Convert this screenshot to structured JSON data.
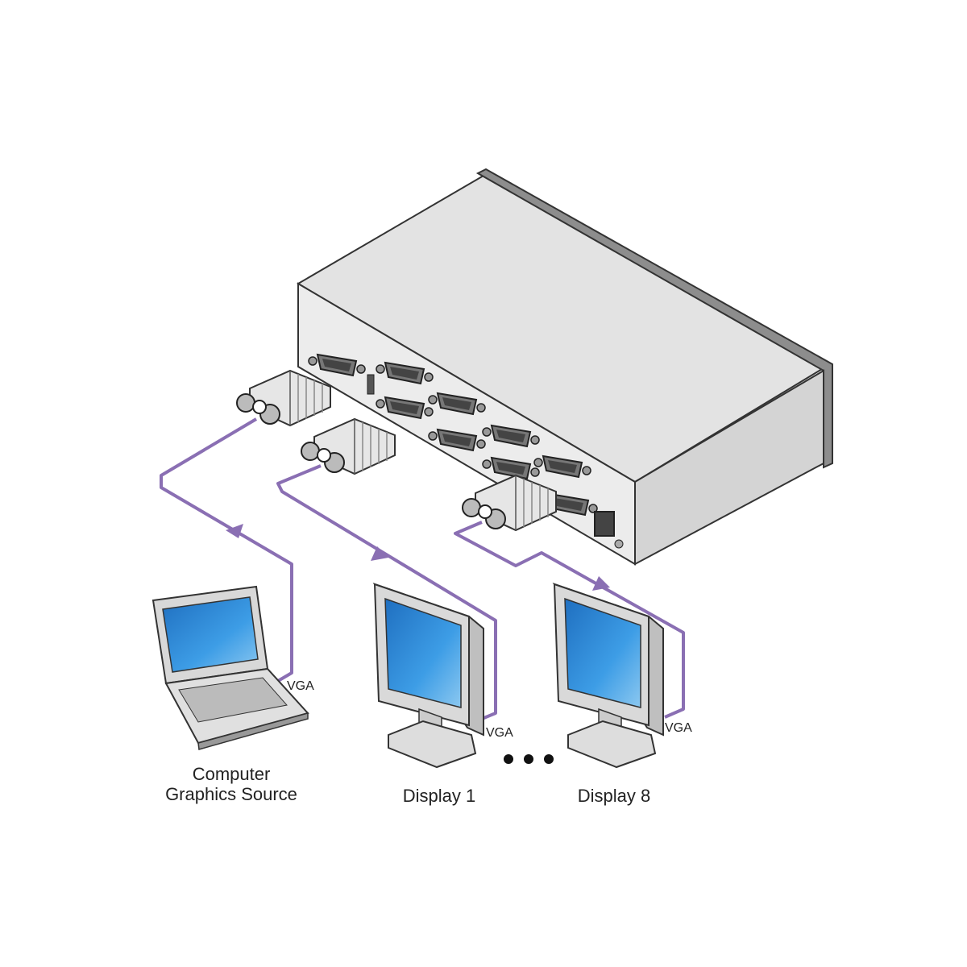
{
  "colors": {
    "cable": "#8a6fb3",
    "screen": "#2f8fd8",
    "device": "#d9d9d9",
    "outline": "#333333"
  },
  "labels": {
    "vga_source": "VGA",
    "vga_display1": "VGA",
    "vga_display8": "VGA",
    "source_line1": "Computer",
    "source_line2": "Graphics Source",
    "display1": "Display 1",
    "display8": "Display 8"
  }
}
